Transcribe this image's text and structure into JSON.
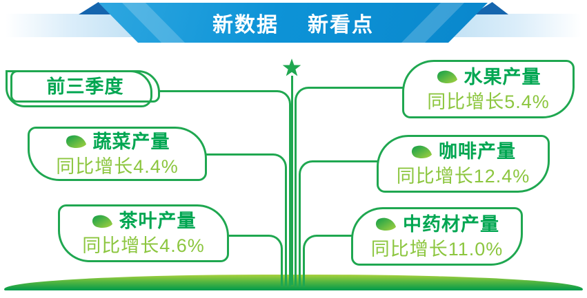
{
  "header": {
    "title_part1": "新数据",
    "title_part2": "新看点"
  },
  "period_box": {
    "label": "前三季度"
  },
  "boxes": [
    {
      "title": "水果产量",
      "growth_label": "同比增长",
      "value": "5.4%"
    },
    {
      "title": "蔬菜产量",
      "growth_label": "同比增长",
      "value": "4.4%"
    },
    {
      "title": "咖啡产量",
      "growth_label": "同比增长",
      "value": "12.4%"
    },
    {
      "title": "茶叶产量",
      "growth_label": "同比增长",
      "value": "4.6%"
    },
    {
      "title": "中药材产量",
      "growth_label": "同比增长",
      "value": "11.0%"
    }
  ],
  "icons": {
    "leaf": "leaf-icon",
    "star": "star-icon"
  },
  "colors": {
    "banner_blue": "#0d93d7",
    "banner_fold": "#1565ae",
    "banner_tail": "#bfe0f4",
    "line_green": "#1fa750",
    "title_green": "#00a651",
    "value_green": "#8cc63f",
    "ground_light": "#a9d13c",
    "ground_dark": "#009a4b"
  }
}
